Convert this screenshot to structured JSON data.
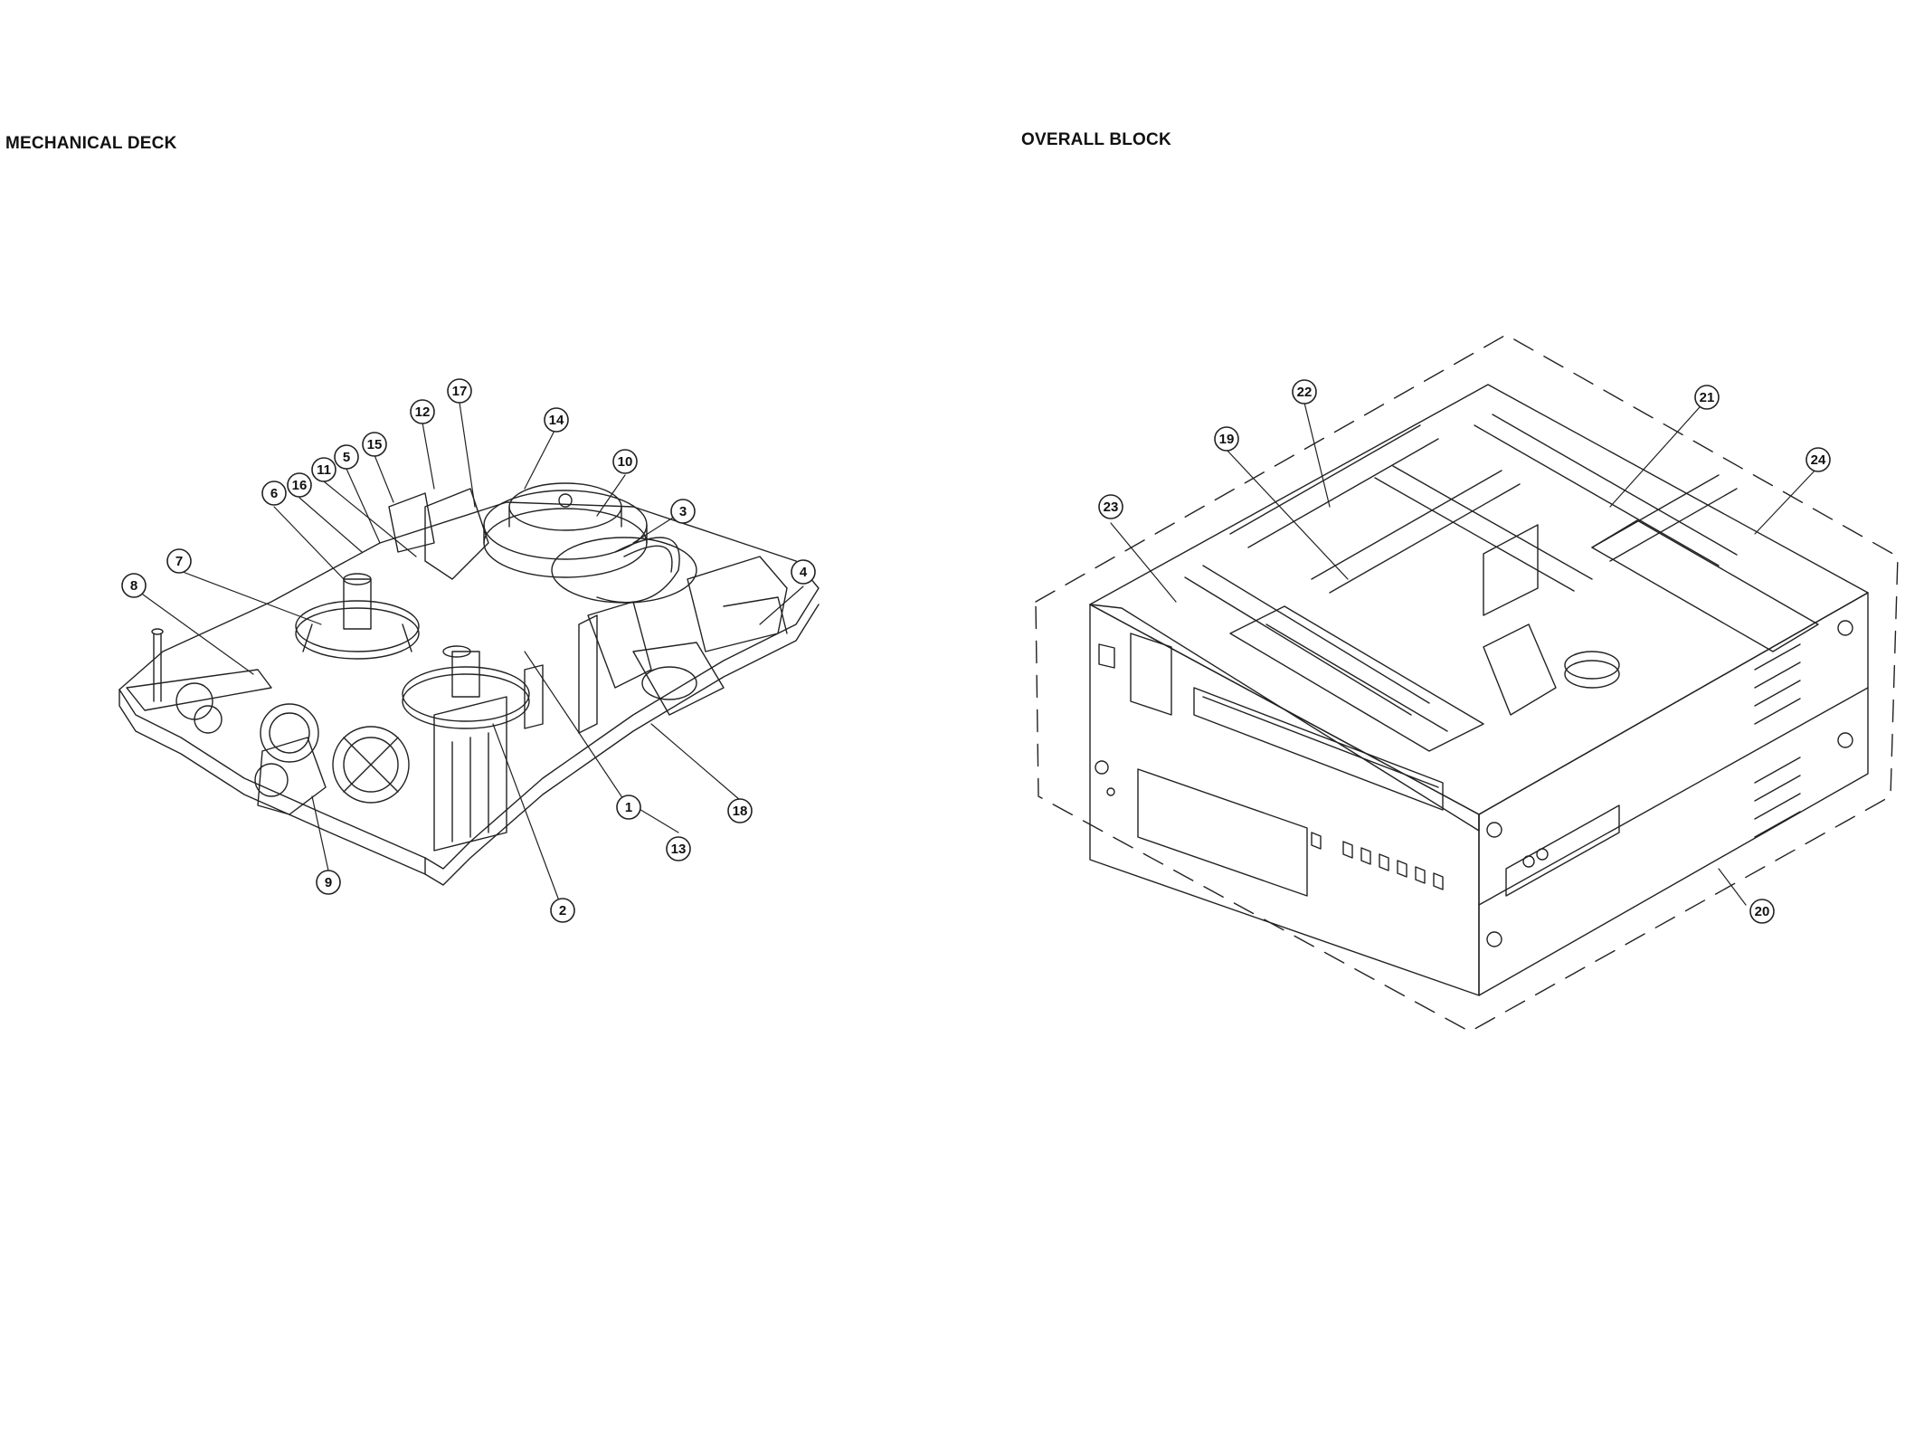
{
  "titles": {
    "left": "MECHANICAL DECK",
    "right": "OVERALL BLOCK"
  },
  "callouts": [
    {
      "label": "1"
    },
    {
      "label": "2"
    },
    {
      "label": "3"
    },
    {
      "label": "4"
    },
    {
      "label": "5"
    },
    {
      "label": "6"
    },
    {
      "label": "7"
    },
    {
      "label": "8"
    },
    {
      "label": "9"
    },
    {
      "label": "10"
    },
    {
      "label": "11"
    },
    {
      "label": "12"
    },
    {
      "label": "13"
    },
    {
      "label": "14"
    },
    {
      "label": "15"
    },
    {
      "label": "16"
    },
    {
      "label": "17"
    },
    {
      "label": "18"
    },
    {
      "label": "19"
    },
    {
      "label": "20"
    },
    {
      "label": "21"
    },
    {
      "label": "22"
    },
    {
      "label": "23"
    },
    {
      "label": "24"
    }
  ]
}
